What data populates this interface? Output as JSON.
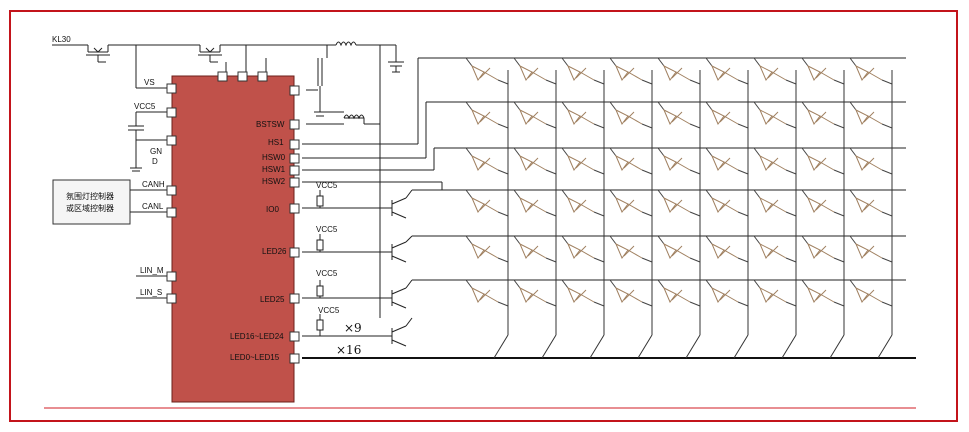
{
  "frame": {
    "border_color": "#c3141b",
    "divider_color": "#d11c24"
  },
  "chip": {
    "fill": "#c0514a",
    "stroke": "#6b1f1a"
  },
  "power": {
    "kl30": "KL30"
  },
  "pins_left": {
    "vs": "VS",
    "vcc5": "VCC5",
    "gnd": "GN\nD",
    "canh": "CANH",
    "canl": "CANL",
    "lin_m": "LIN_M",
    "lin_s": "LIN_S"
  },
  "pins_right": {
    "bstsw": "BSTSW",
    "hs1": "HS1",
    "hsw0": "HSW0",
    "hsw1": "HSW1",
    "hsw2": "HSW2",
    "io0": "IO0",
    "led26": "LED26",
    "led25": "LED25",
    "led16_24": "LED16~LED24",
    "led0_15": "LED0~LED15"
  },
  "vcc_labels": [
    "VCC5",
    "VCC5",
    "VCC5",
    "VCC5"
  ],
  "controller_box": {
    "line1": "氛围灯控制器",
    "line2": "或区域控制器"
  },
  "multipliers": {
    "x9": "×9",
    "x16": "×16"
  },
  "matrix": {
    "rows": 6,
    "cols": 9,
    "diode_color": "#a08060"
  }
}
